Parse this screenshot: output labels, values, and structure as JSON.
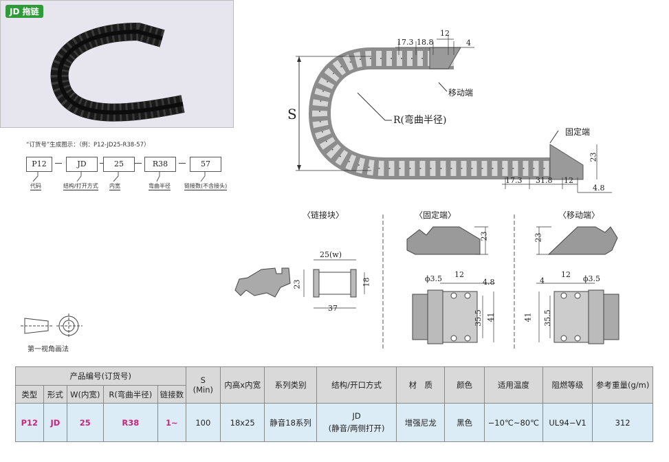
{
  "product_tag": "JD 拖链",
  "order_example": "“订货号”生成图示：（例：P12-JD25-R38-57）",
  "order_codes": [
    {
      "code": "P12",
      "label": "代码"
    },
    {
      "code": "JD",
      "label": "结构/打开方式"
    },
    {
      "code": "25",
      "label": "内宽"
    },
    {
      "code": "R38",
      "label": "弯曲半径"
    },
    {
      "code": "57",
      "label": "链接数(不含接头)"
    }
  ],
  "projection_label": "第一视角画法",
  "main_drawing": {
    "s_label": "S",
    "r_label": "R(弯曲半径)",
    "moving_end_label": "移动端",
    "fixed_end_label": "固定端",
    "top_dims": [
      "17.3",
      "18.8",
      "12",
      "4"
    ],
    "bottom_dims": [
      "17.3",
      "31.8",
      "12",
      "4.8"
    ],
    "height_dim": "23"
  },
  "link_view": {
    "title": "〈链接块〉",
    "width_label": "25(w)",
    "height_left": "23",
    "height_right": "18",
    "outer_width": "37"
  },
  "fixed_view": {
    "title": "〈固定端〉",
    "height": "23",
    "hole": "ϕ3.5",
    "d12": "12",
    "d48": "4.8",
    "d355": "35.5",
    "d41": "41"
  },
  "moving_view": {
    "title": "〈移动端〉",
    "height": "23",
    "d4": "4",
    "d12": "12",
    "hole": "ϕ3.5",
    "d41": "41",
    "d355": "35.5"
  },
  "table": {
    "group_header": "产品编号(订货号)",
    "sub_headers": [
      "类型",
      "形式",
      "W(内宽)",
      "R(弯曲半径)",
      "链接数"
    ],
    "headers": [
      "S\n(Min)",
      "内高x内宽",
      "系列类别",
      "结构/开口方式",
      "材　质",
      "颜色",
      "适用温度",
      "阻燃等级",
      "参考重量(g/m)"
    ],
    "row": {
      "type": "P12",
      "form": "JD",
      "width": "25",
      "radius": "R38",
      "links": "1~",
      "s_min": "100",
      "inner": "18x25",
      "series": "静音18系列",
      "structure_1": "JD",
      "structure_2": "(静音/两侧打开)",
      "material": "增强尼龙",
      "color": "黑色",
      "temp": "−10℃~80℃",
      "flame": "UL94−V1",
      "weight": "312"
    }
  }
}
